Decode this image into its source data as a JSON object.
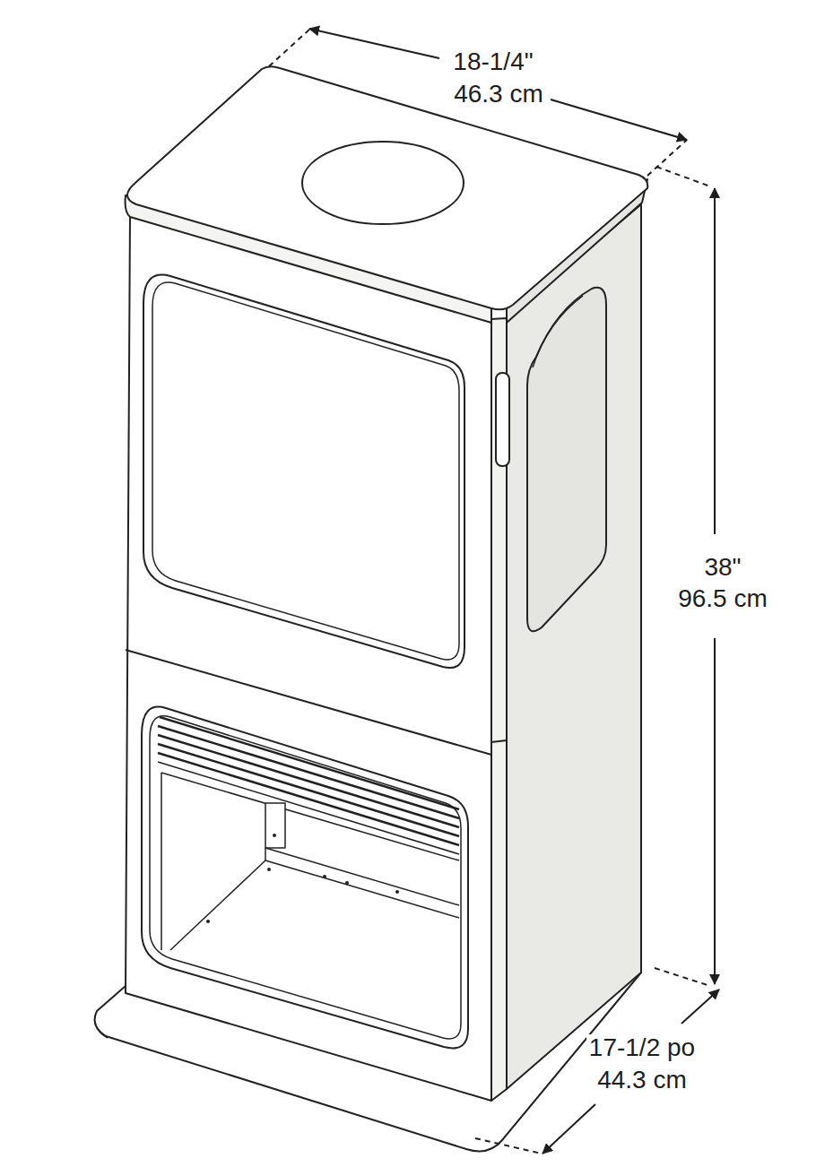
{
  "diagram": {
    "labels": [
      "18-1/4\"",
      "46.3 cm",
      "38\"",
      "96.5 cm",
      "17-1/2 po",
      "44.3 cm"
    ]
  }
}
